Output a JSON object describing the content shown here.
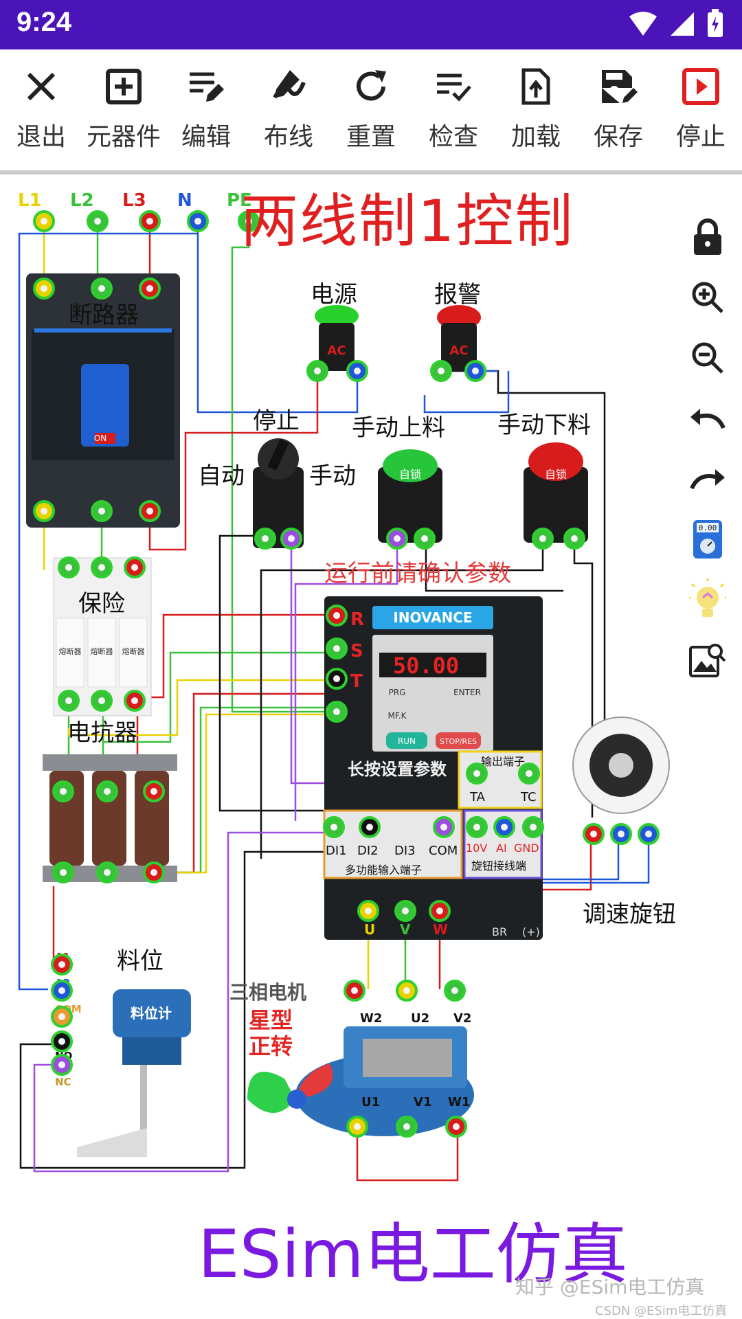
{
  "status_bar": {
    "time": "9:24"
  },
  "toolbar": {
    "items": [
      {
        "label": "退出",
        "icon": "close-icon"
      },
      {
        "label": "元器件",
        "icon": "add-box-icon"
      },
      {
        "label": "编辑",
        "icon": "edit-list-icon"
      },
      {
        "label": "布线",
        "icon": "wire-pen-icon"
      },
      {
        "label": "重置",
        "icon": "refresh-icon"
      },
      {
        "label": "检查",
        "icon": "check-list-icon"
      },
      {
        "label": "加载",
        "icon": "upload-file-icon"
      },
      {
        "label": "保存",
        "icon": "save-edit-icon"
      },
      {
        "label": "停止",
        "icon": "stop-play-icon"
      }
    ]
  },
  "canvas": {
    "title": "两线制1控制",
    "brand": "ESim电工仿真",
    "watermark": "知乎 @ESim电工仿真",
    "watermark_small": "CSDN @ESim电工仿真",
    "phase_labels": [
      "L1",
      "L2",
      "L3",
      "N",
      "PE"
    ],
    "breaker_label": "断路器",
    "fuse_label": "保险",
    "fuse_tag": "熔断器",
    "reactor_label": "电抗器",
    "power_lamp_label": "电源",
    "alarm_lamp_label": "报警",
    "lamp_tag": "AC",
    "stop_label": "停止",
    "auto_label": "自动",
    "manual_label": "手动",
    "manual_up_label": "手动上料",
    "manual_down_label": "手动下料",
    "selflock_label": "自锁",
    "warning_text": "运行前请确认参数",
    "vfd": {
      "brand": "INOVANCE",
      "display_value": "50.00",
      "hint": "长按设置参数",
      "terminals_in": [
        "R",
        "S",
        "T"
      ],
      "keys": [
        "PRG",
        "ENTER",
        "MF.K",
        "RUN",
        "STOP/RES"
      ],
      "output_terminal_title": "输出端子",
      "output_terminals": [
        "TA",
        "TC"
      ],
      "di_terminals": [
        "DI1",
        "DI2",
        "DI3",
        "COM"
      ],
      "di_title": "多功能输入端子",
      "knob_terminals": [
        "10V",
        "AI",
        "GND"
      ],
      "knob_title": "旋钮接线端",
      "motor_terminals": [
        "U",
        "V",
        "W"
      ],
      "extra_terminals": [
        "BR",
        "(+)"
      ]
    },
    "speed_knob_label": "调速旋钮",
    "level_label": "料位",
    "level_meter_tag": "料位计",
    "level_terminals": [
      "A1",
      "A2",
      "COM",
      "NO",
      "NC"
    ],
    "motor": {
      "title": "三相电机",
      "mode1": "星型",
      "mode2": "正转",
      "top_terminals": [
        "W2",
        "U2",
        "V2"
      ],
      "bottom_terminals": [
        "U1",
        "V1",
        "W1"
      ]
    },
    "multimeter_value": "0.00"
  },
  "sidebar": {
    "icons": [
      "lock-icon",
      "zoom-in-icon",
      "zoom-out-icon",
      "undo-icon",
      "redo-icon",
      "multimeter-icon",
      "bulb-icon",
      "image-search-icon"
    ]
  }
}
